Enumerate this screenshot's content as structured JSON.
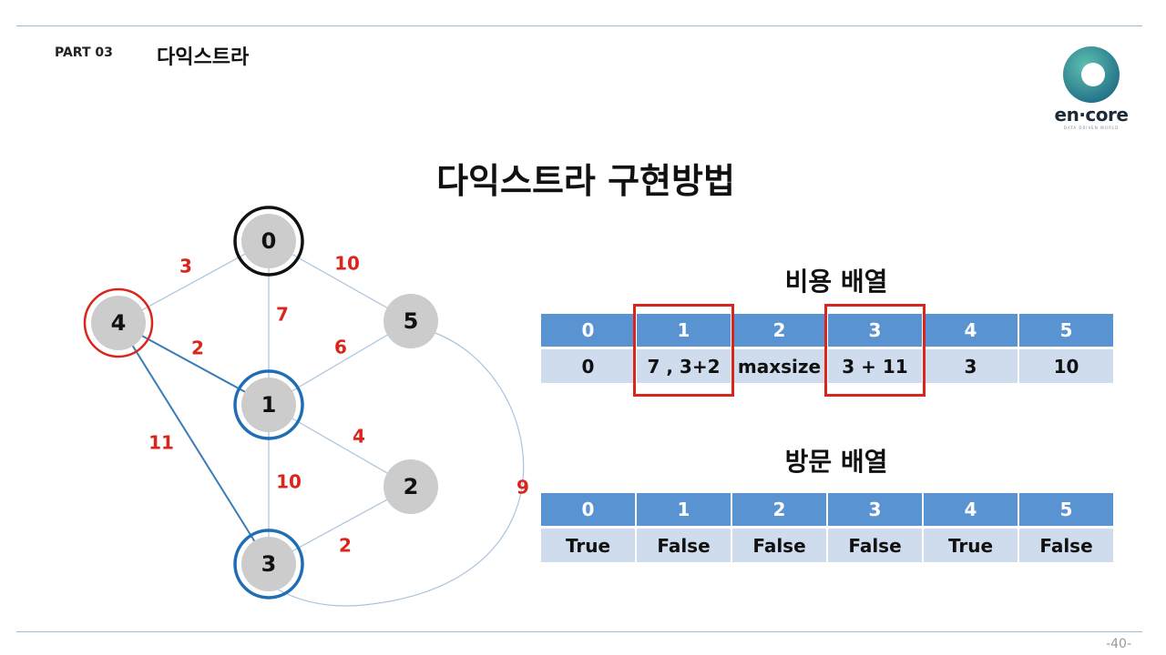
{
  "header": {
    "part": "PART 03",
    "section_title": "다익스트라"
  },
  "logo": {
    "text": "en·core",
    "tagline": "DATA DRIVEN WORLD",
    "colors": {
      "ring": "#2a8c8c",
      "center": "#ffffff"
    }
  },
  "main_title": "다익스트라 구현방법",
  "page_number": "-40-",
  "graph": {
    "nodes": [
      {
        "id": "0",
        "ring": "black"
      },
      {
        "id": "1",
        "ring": "blue"
      },
      {
        "id": "2",
        "ring": "none"
      },
      {
        "id": "3",
        "ring": "blue"
      },
      {
        "id": "4",
        "ring": "red"
      },
      {
        "id": "5",
        "ring": "none"
      }
    ],
    "edges": [
      {
        "from": "0",
        "to": "4",
        "weight": "3",
        "highlight": false
      },
      {
        "from": "0",
        "to": "1",
        "weight": "7",
        "highlight": false
      },
      {
        "from": "0",
        "to": "5",
        "weight": "10",
        "highlight": false
      },
      {
        "from": "4",
        "to": "1",
        "weight": "2",
        "highlight": true
      },
      {
        "from": "5",
        "to": "1",
        "weight": "6",
        "highlight": false
      },
      {
        "from": "4",
        "to": "3",
        "weight": "11",
        "highlight": true
      },
      {
        "from": "1",
        "to": "2",
        "weight": "4",
        "highlight": false
      },
      {
        "from": "1",
        "to": "3",
        "weight": "10",
        "highlight": false
      },
      {
        "from": "3",
        "to": "2",
        "weight": "2",
        "highlight": false
      },
      {
        "from": "5",
        "to": "3",
        "weight": "9",
        "highlight": false
      }
    ],
    "colors": {
      "node_fill": "#cccccc",
      "ring_black": "#111111",
      "ring_blue": "#1f6db5",
      "ring_red": "#d9261c",
      "edge": "#a9c3dc",
      "edge_highlight": "#3a7bb5",
      "weight": "#d9261c"
    }
  },
  "cost_array": {
    "title": "비용 배열",
    "headers": [
      "0",
      "1",
      "2",
      "3",
      "4",
      "5"
    ],
    "values": [
      "0",
      "7 , 3+2",
      "maxsize",
      "3 + 11",
      "3",
      "10"
    ],
    "highlighted_indices": [
      1,
      3
    ]
  },
  "visit_array": {
    "title": "방문 배열",
    "headers": [
      "0",
      "1",
      "2",
      "3",
      "4",
      "5"
    ],
    "values": [
      "True",
      "False",
      "False",
      "False",
      "True",
      "False"
    ]
  }
}
